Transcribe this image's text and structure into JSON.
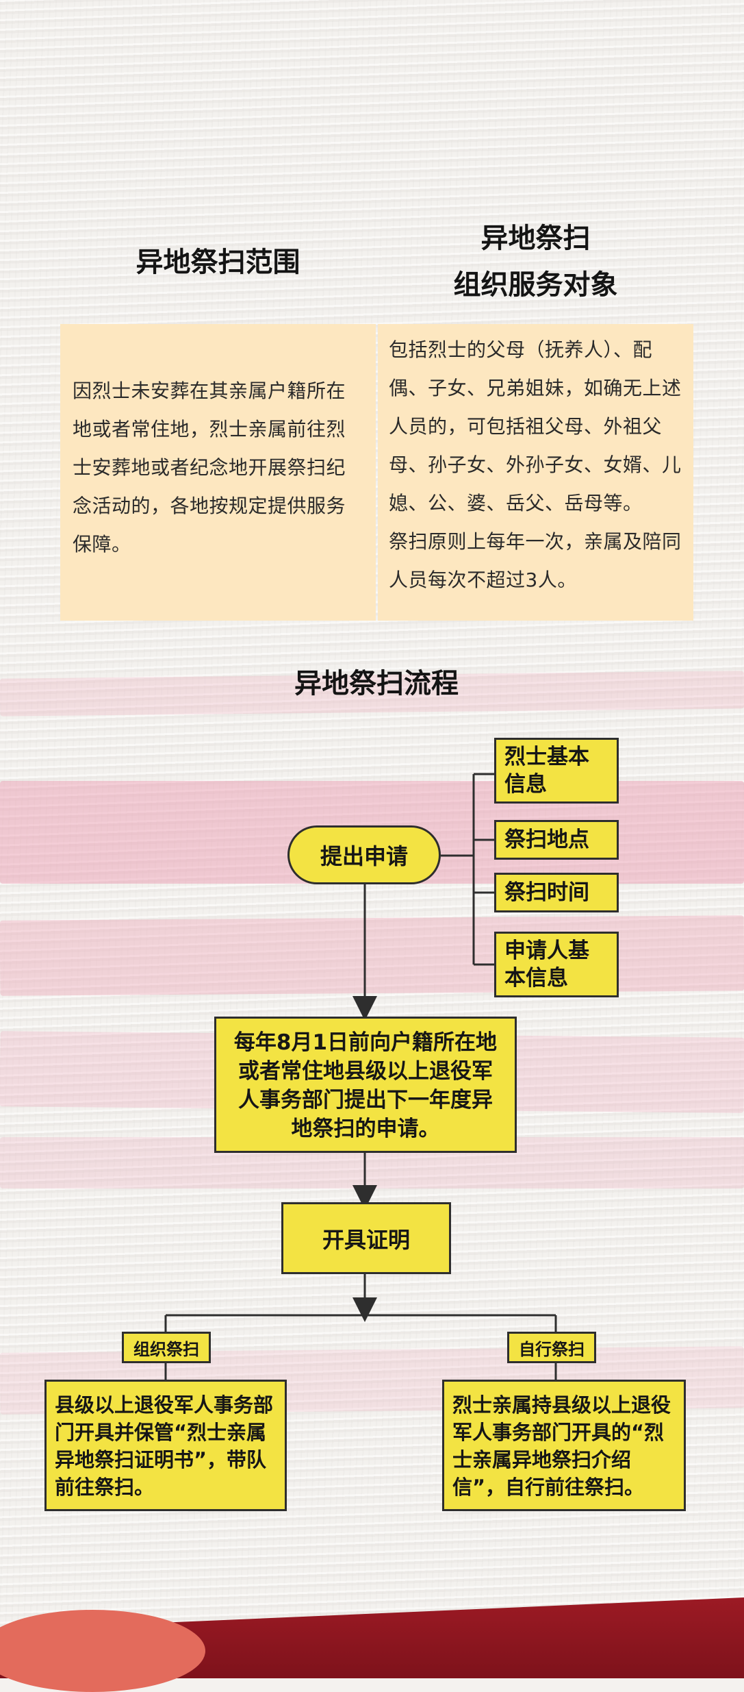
{
  "headings": {
    "scope": "异地祭扫范围",
    "service_line1": "异地祭扫",
    "service_line2": "组织服务对象",
    "process": "异地祭扫流程"
  },
  "scope_text": "因烈士未安葬在其亲属户籍所在地或者常住地，烈士亲属前往烈士安葬地或者纪念地开展祭扫纪念活动的，各地按规定提供服务保障。",
  "service_text_1": "包括烈士的父母（抚养人）、配偶、子女、兄弟姐妹，如确无上述人员的，可包括祖父母、外祖父母、孙子女、外孙子女、女婿、儿媳、公、婆、岳父、岳母等。",
  "service_text_2": "祭扫原则上每年一次，亲属及陪同人员每次不超过3人。",
  "flow": {
    "apply": "提出申请",
    "materials": [
      "烈士基本信息",
      "祭扫地点",
      "祭扫时间",
      "申请人基本信息"
    ],
    "deadline": "每年8月1日前向户籍所在地或者常住地县级以上退役军人事务部门提出下一年度异地祭扫的申请。",
    "certificate": "开具证明",
    "branch_org_label": "组织祭扫",
    "branch_self_label": "自行祭扫",
    "branch_org_text": "县级以上退役军人事务部门开具并保管“烈士亲属异地祭扫证明书”，带队前往祭扫。",
    "branch_self_text": "烈士亲属持县级以上退役军人事务部门开具的“烈士亲属异地祭扫介绍信”，自行前往祭扫。"
  },
  "colors": {
    "box_fill": "#f3e343",
    "panel_fill": "#fde7c0",
    "band": "#9c1a24"
  }
}
